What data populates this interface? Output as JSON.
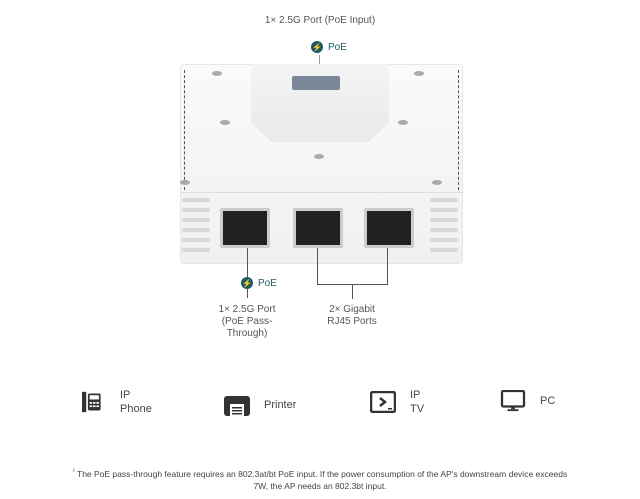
{
  "top_port": {
    "label": "1× 2.5G Port (PoE Input)",
    "poe": "PoE"
  },
  "pass_port": {
    "poe": "PoE",
    "label_lines": [
      "1× 2.5G Port",
      "(PoE Pass-",
      "Through)"
    ]
  },
  "gigabit_ports": {
    "label_lines": [
      "2× Gigabit",
      "RJ45 Ports"
    ]
  },
  "devices": [
    {
      "icon": "ip-phone-icon",
      "lines": [
        "IP",
        "Phone"
      ]
    },
    {
      "icon": "printer-icon",
      "lines": [
        "Printer"
      ]
    },
    {
      "icon": "ip-tv-icon",
      "lines": [
        "IP",
        "TV"
      ]
    },
    {
      "icon": "pc-icon",
      "lines": [
        "PC"
      ]
    }
  ],
  "footnote": {
    "mark": "²",
    "lines": [
      "The PoE pass-through feature requires an 802.3at/bt PoE input. If the power consumption of the AP's downstream device exceeds",
      "7W, the AP needs an 802.3bt input."
    ]
  },
  "colors": {
    "accent": "#1f5a66"
  }
}
